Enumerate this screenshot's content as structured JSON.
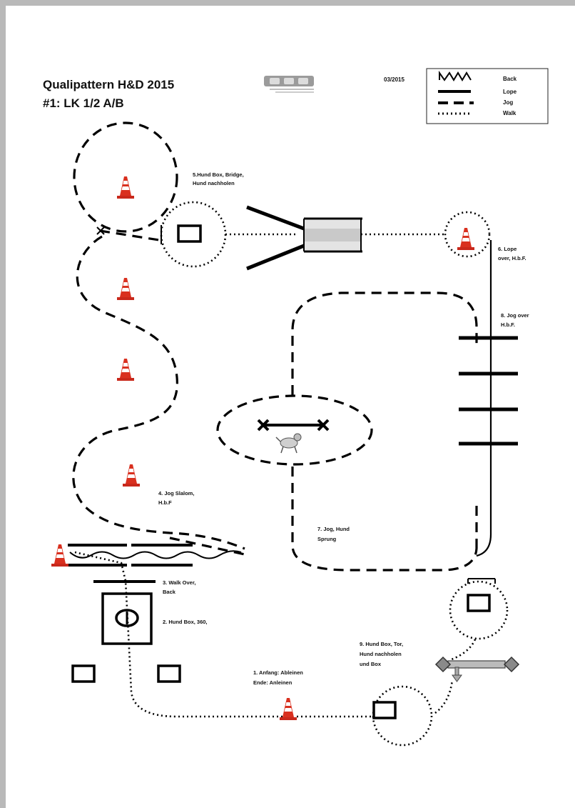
{
  "header": {
    "title": "Qualipattern H&D 2015",
    "subtitle": "#1: LK 1/2 A/B",
    "date": "03/2015"
  },
  "legend": {
    "back": "Back",
    "lope": "Lope",
    "jog": "Jog",
    "walk": "Walk"
  },
  "stations": {
    "s1_line1": "1. Anfang: Ableinen",
    "s1_line2": "Ende: Anleinen",
    "s2": "2. Hund Box, 360,",
    "s3_line1": "3. Walk Over,",
    "s3_line2": "Back",
    "s4_line1": "4. Jog Slalom,",
    "s4_line2": "H.b.F",
    "s5_line1": "5.Hund Box, Bridge,",
    "s5_line2": "Hund nachholen",
    "s6_line1": "6. Lope",
    "s6_line2": "over, H.b.F.",
    "s7_line1": "7. Jog, Hund",
    "s7_line2": "Sprung",
    "s8_line1": "8. Jog over",
    "s8_line2": "H.b.F.",
    "s9_line1": "9. Hund Box, Tor,",
    "s9_line2": "Hund nachholen",
    "s9_line3": "und Box"
  }
}
